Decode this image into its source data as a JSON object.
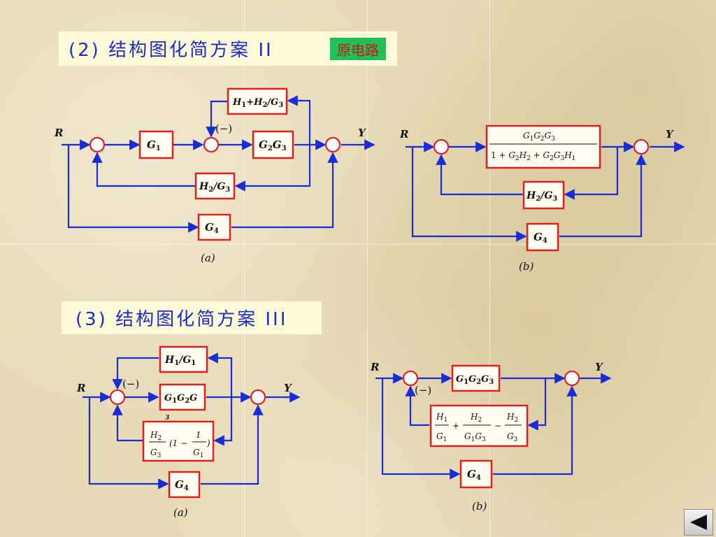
{
  "section2": {
    "title": "(2)  结构图化简方案 II",
    "tag": "原电路"
  },
  "section3": {
    "title": "(3)  结构图化简方案 III"
  },
  "signals": {
    "R": "R",
    "Y": "Y",
    "minus": "(−)"
  },
  "labels": {
    "a": "(a)",
    "b": "(b)"
  },
  "colors": {
    "line": "#1a2cd6",
    "block_border": "#e02020",
    "title_text": "#1a2cc9"
  }
}
